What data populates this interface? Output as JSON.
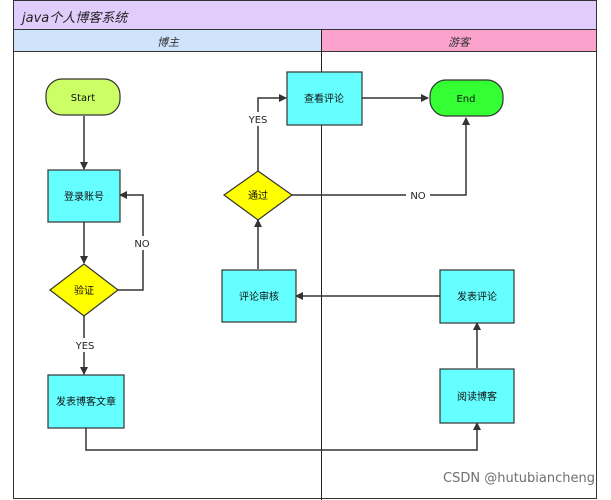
{
  "title": "java个人博客系统",
  "lanes": {
    "left": "博主",
    "right": "游客"
  },
  "nodes": {
    "start": "Start",
    "end": "End",
    "login": "登录账号",
    "verify": "验证",
    "publish_post": "发表博客文章",
    "view_comment": "查看评论",
    "pass": "通过",
    "review_comment": "评论审核",
    "publish_comment": "发表评论",
    "read_blog": "阅读博客"
  },
  "edge_labels": {
    "verify_no": "NO",
    "verify_yes": "YES",
    "pass_yes": "YES",
    "pass_no": "NO"
  },
  "colors": {
    "title_bg": "#e1cdfc",
    "lane_left_bg": "#cfe3fb",
    "lane_right_bg": "#fba3cc",
    "process": "#66ffff",
    "decision": "#ffff00",
    "start": "#ccff66",
    "end": "#33ff33"
  },
  "watermark": "CSDN @hutubiancheng"
}
